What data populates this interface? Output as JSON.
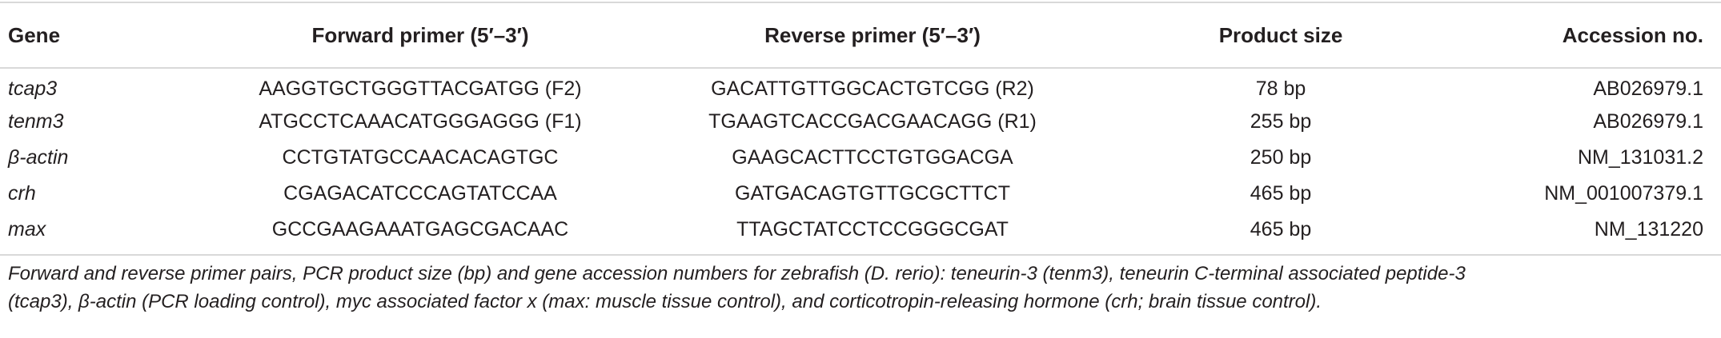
{
  "table": {
    "headers": {
      "gene": "Gene",
      "forward": "Forward primer (5′–3′)",
      "reverse": "Reverse primer (5′–3′)",
      "size": "Product size",
      "accession": "Accession no."
    },
    "rows": [
      {
        "gene": "tcap3",
        "forward": "AAGGTGCTGGGTTACGATGG (F2)",
        "reverse": "GACATTGTTGGCACTGTCGG (R2)",
        "size": "78 bp",
        "accession": "AB026979.1"
      },
      {
        "gene": "tenm3",
        "forward": "ATGCCTCAAACATGGGAGGG (F1)",
        "reverse": "TGAAGTCACCGACGAACAGG (R1)",
        "size": "255 bp",
        "accession": "AB026979.1"
      },
      {
        "gene": "β-actin",
        "forward": "CCTGTATGCCAACACAGTGC",
        "reverse": "GAAGCACTTCCTGTGGACGA",
        "size": "250 bp",
        "accession": "NM_131031.2"
      },
      {
        "gene": "crh",
        "forward": "CGAGACATCCCAGTATCCAA",
        "reverse": "GATGACAGTGTTGCGCTTCT",
        "size": "465 bp",
        "accession": "NM_001007379.1"
      },
      {
        "gene": "max",
        "forward": "GCCGAAGAAATGAGCGACAAC",
        "reverse": "TTAGCTATCCTCCGGGCGAT",
        "size": "465 bp",
        "accession": "NM_131220"
      }
    ]
  },
  "caption": {
    "line1": "Forward and reverse primer pairs, PCR product size (bp) and gene accession numbers for zebrafish (D. rerio): teneurin-3 (tenm3), teneurin C-terminal associated peptide-3",
    "line2": "(tcap3), β-actin (PCR loading control), myc associated factor x (max: muscle tissue control), and corticotropin-releasing hormone (crh; brain tissue control)."
  }
}
